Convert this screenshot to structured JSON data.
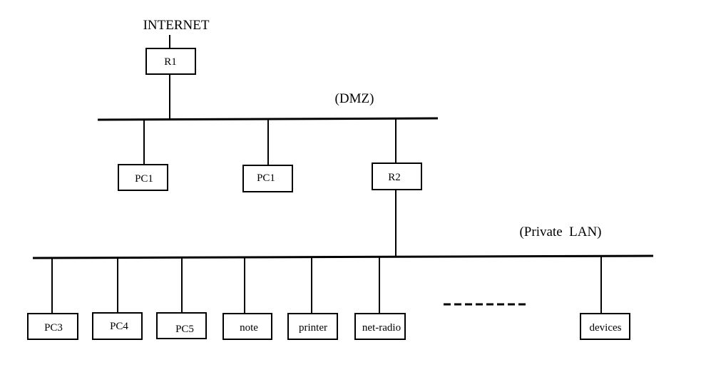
{
  "labels": {
    "internet": "INTERNET",
    "dmz": "(DMZ)",
    "private_lan": "(Private  LAN)"
  },
  "nodes": {
    "r1": "R1",
    "dmz_pc_a": "PC1",
    "dmz_pc_b": "PC1",
    "r2": "R2",
    "pc3": "PC3",
    "pc4": "PC4",
    "pc5": "PC5",
    "note": "note",
    "printer": "printer",
    "net_radio": "net-radio",
    "devices": "devices"
  }
}
